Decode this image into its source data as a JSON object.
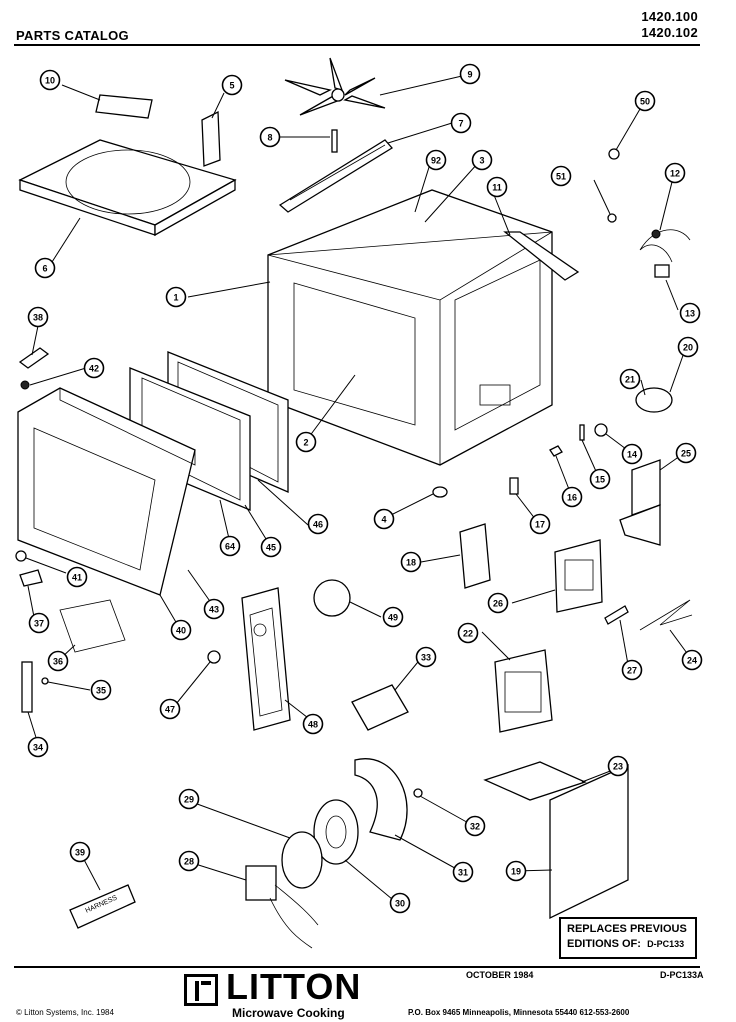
{
  "header": {
    "title": "PARTS  CATALOG",
    "model_1": "1420.100",
    "model_2": "1420.102"
  },
  "callouts": [
    "10",
    "5",
    "9",
    "8",
    "7",
    "50",
    "92",
    "3",
    "11",
    "51",
    "12",
    "6",
    "1",
    "13",
    "38",
    "42",
    "20",
    "21",
    "14",
    "2",
    "15",
    "16",
    "25",
    "4",
    "17",
    "46",
    "64",
    "45",
    "18",
    "26",
    "41",
    "43",
    "37",
    "40",
    "49",
    "22",
    "36",
    "27",
    "24",
    "33",
    "35",
    "47",
    "48",
    "34",
    "23",
    "29",
    "32",
    "31",
    "19",
    "28",
    "30",
    "39"
  ],
  "box": {
    "line_1": "REPLACES PREVIOUS",
    "line_2": "EDITIONS OF:",
    "line_2_value": "D-PC133"
  },
  "footer": {
    "date": "OCTOBER 1984",
    "pub_no": "D-PC133A",
    "brand": "LITTON",
    "tagline": "Microwave Cooking",
    "copyright": "© Litton Systems, Inc. 1984",
    "address": "P.O. Box 9465 Minneapolis, Minnesota 55440     612-553-2600"
  },
  "labels": {
    "harness_label": "HARNESS"
  }
}
